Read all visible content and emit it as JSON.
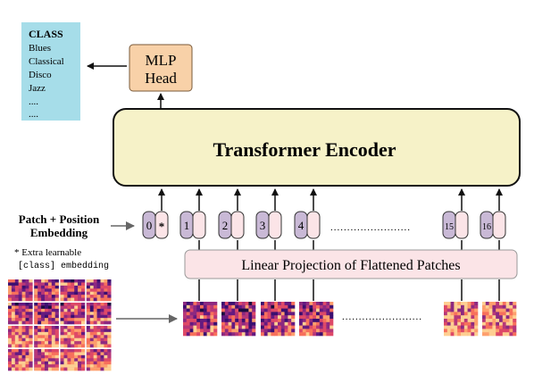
{
  "class_box": {
    "title": "CLASS",
    "items": [
      "Blues",
      "Classical",
      "Disco",
      "Jazz",
      "....",
      "...."
    ],
    "fill": "#a6dde9"
  },
  "mlp_head": {
    "line1": "MLP",
    "line2": "Head",
    "fill": "#f8d1a8"
  },
  "encoder": {
    "label": "Transformer Encoder",
    "fill": "#f6f2c8"
  },
  "patch_position": {
    "line1": "Patch + Position",
    "line2": "Embedding"
  },
  "extra_note": {
    "line1": "* Extra learnable",
    "line2": "[class] embedding"
  },
  "projection": {
    "label": "Linear Projection of Flattened Patches",
    "fill": "#fbe4e7"
  },
  "tokens": [
    {
      "pos": "0",
      "extra": "*"
    },
    {
      "pos": "1"
    },
    {
      "pos": "2"
    },
    {
      "pos": "3"
    },
    {
      "pos": "4"
    },
    {
      "pos": "15"
    },
    {
      "pos": "16"
    }
  ],
  "dots": "........................",
  "patch_dots": "........................",
  "colors": {
    "position_pill": "#c9b9d6",
    "embed_pill": "#fbe4e7",
    "patch_dark": "#2d0f5e",
    "patch_mid": "#b73779",
    "patch_light": "#fca636"
  }
}
